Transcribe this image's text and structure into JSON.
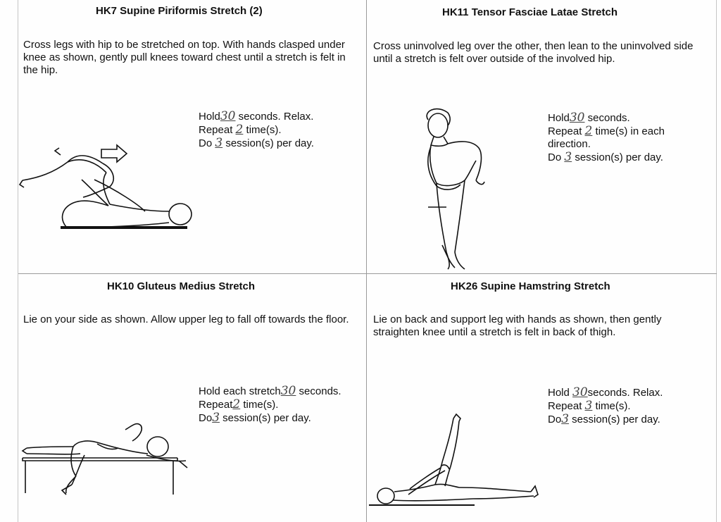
{
  "exercises": [
    {
      "title": "HK7   Supine Piriformis Stretch (2)",
      "description": "Cross legs with hip to be stretched on top.  With hands clasped under knee as shown, gently pull knees toward chest until a stretch is felt in the hip.",
      "line1_pre": "Hold",
      "line1_value": "30",
      "line1_post": "seconds.  Relax.",
      "line2_pre": "Repeat ",
      "line2_value": "2",
      "line2_post": " time(s).",
      "line3_pre": "Do ",
      "line3_value": "3",
      "line3_post": " session(s) per day."
    },
    {
      "title": "HK11  Tensor Fasciae Latae Stretch",
      "description": "Cross uninvolved leg over the other, then lean to the uninvolved side until a stretch is felt over outside of the involved hip.",
      "line1_pre": "Hold",
      "line1_value": "30",
      "line1_post": "seconds.",
      "line2_pre": "Repeat ",
      "line2_value": "2",
      "line2_post": " time(s) in each",
      "line2b": "direction.",
      "line3_pre": "Do ",
      "line3_value": "3",
      "line3_post": " session(s) per day."
    },
    {
      "title": "HK10   Gluteus Medius Stretch",
      "description": "Lie on your side as shown. Allow upper leg to fall off towards the floor.",
      "line1_pre": "Hold each stretch",
      "line1_value": "30",
      "line1_post": " seconds.",
      "line2_pre": "Repeat",
      "line2_value": "2",
      "line2_post": " time(s).",
      "line3_pre": "Do",
      "line3_value": "3",
      "line3_post": " session(s) per day."
    },
    {
      "title": "HK26  Supine Hamstring Stretch",
      "description": "Lie on back and support leg with hands as shown, then gently straighten knee until a stretch is felt in back of thigh.",
      "line1_pre": "Hold ",
      "line1_value": "30",
      "line1_post": "seconds.  Relax.",
      "line2_pre": "Repeat ",
      "line2_value": "3",
      "line2_post": " time(s).",
      "line3_pre": "Do",
      "line3_value": "3",
      "line3_post": " session(s) per day."
    }
  ]
}
